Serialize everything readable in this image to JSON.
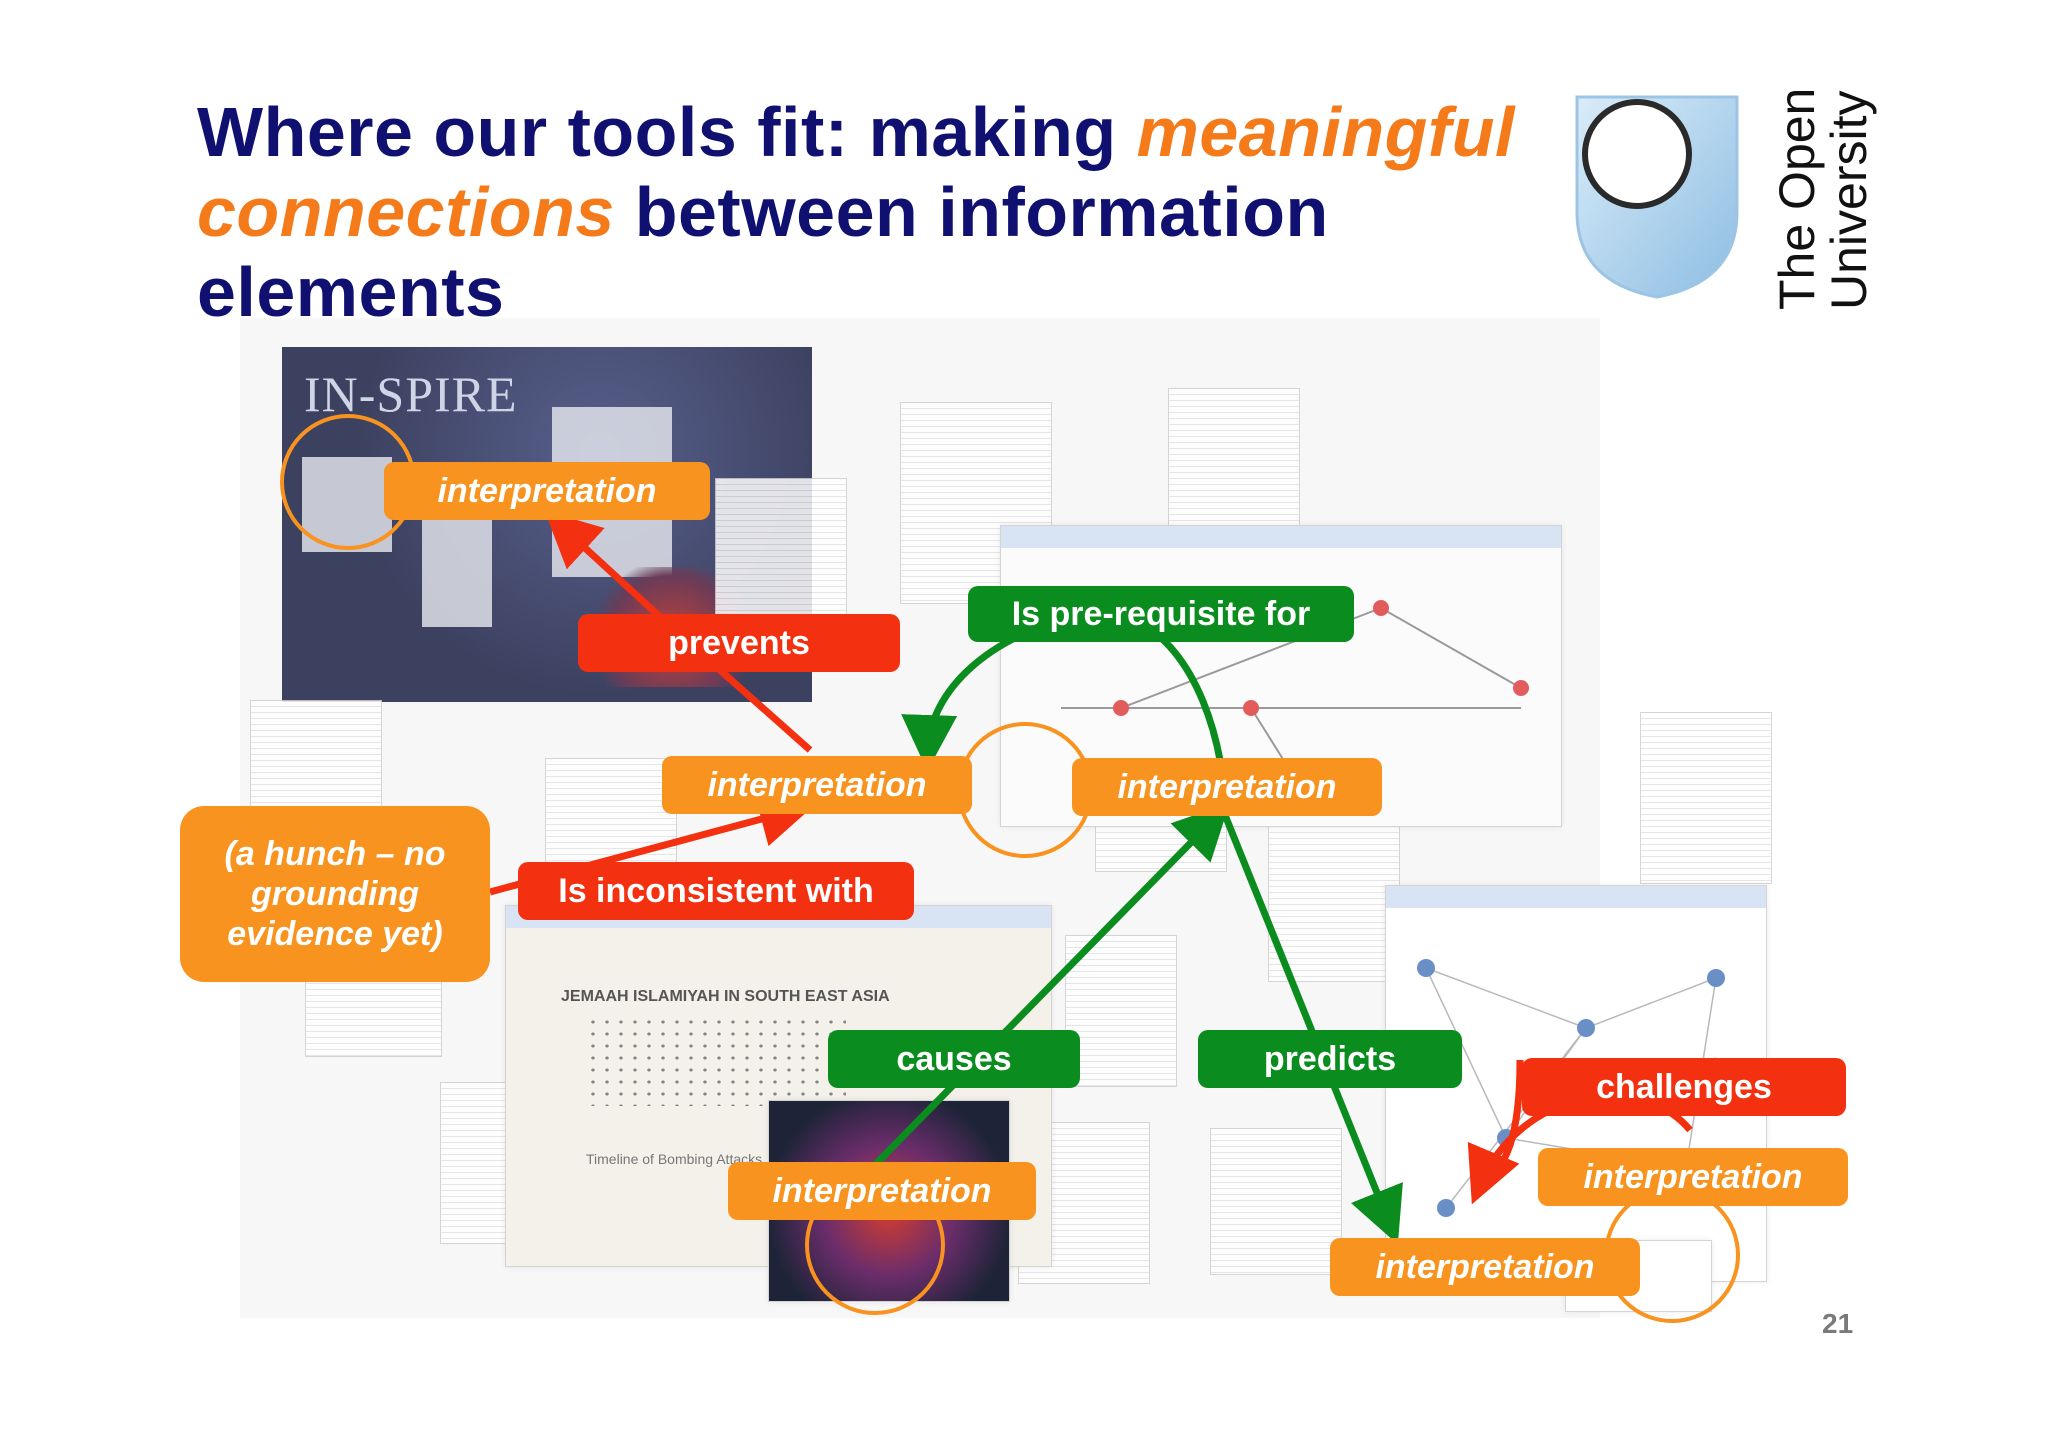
{
  "title": {
    "part1": "Where our tools fit: making ",
    "emph1": "meaningful",
    "emph2": "connections",
    "part2": " between information elements"
  },
  "logo": {
    "line1": "The Open",
    "line2": "University"
  },
  "background_screens": {
    "inspire_title": "IN-SPIRE",
    "map_caption": "JEMAAH ISLAMIYAH IN SOUTH EAST ASIA",
    "timeline_caption": "Timeline of Bombing Attacks"
  },
  "nodes": {
    "interp_top": "interpretation",
    "interp_center": "interpretation",
    "interp_right": "interpretation",
    "interp_bottom": "interpretation",
    "interp_br_upper": "interpretation",
    "interp_br_lower": "interpretation",
    "hunch": "(a hunch – no grounding evidence yet)"
  },
  "links": {
    "prevents": "prevents",
    "prerequisite": "Is pre-requisite for",
    "inconsistent": "Is inconsistent with",
    "causes": "causes",
    "predicts": "predicts",
    "challenges": "challenges"
  },
  "colors": {
    "title_navy": "#0f1070",
    "accent_orange": "#f47a1a",
    "node_orange": "#f7931e",
    "link_red": "#f3300f",
    "link_green": "#0b8c1e"
  },
  "page_number": "21"
}
